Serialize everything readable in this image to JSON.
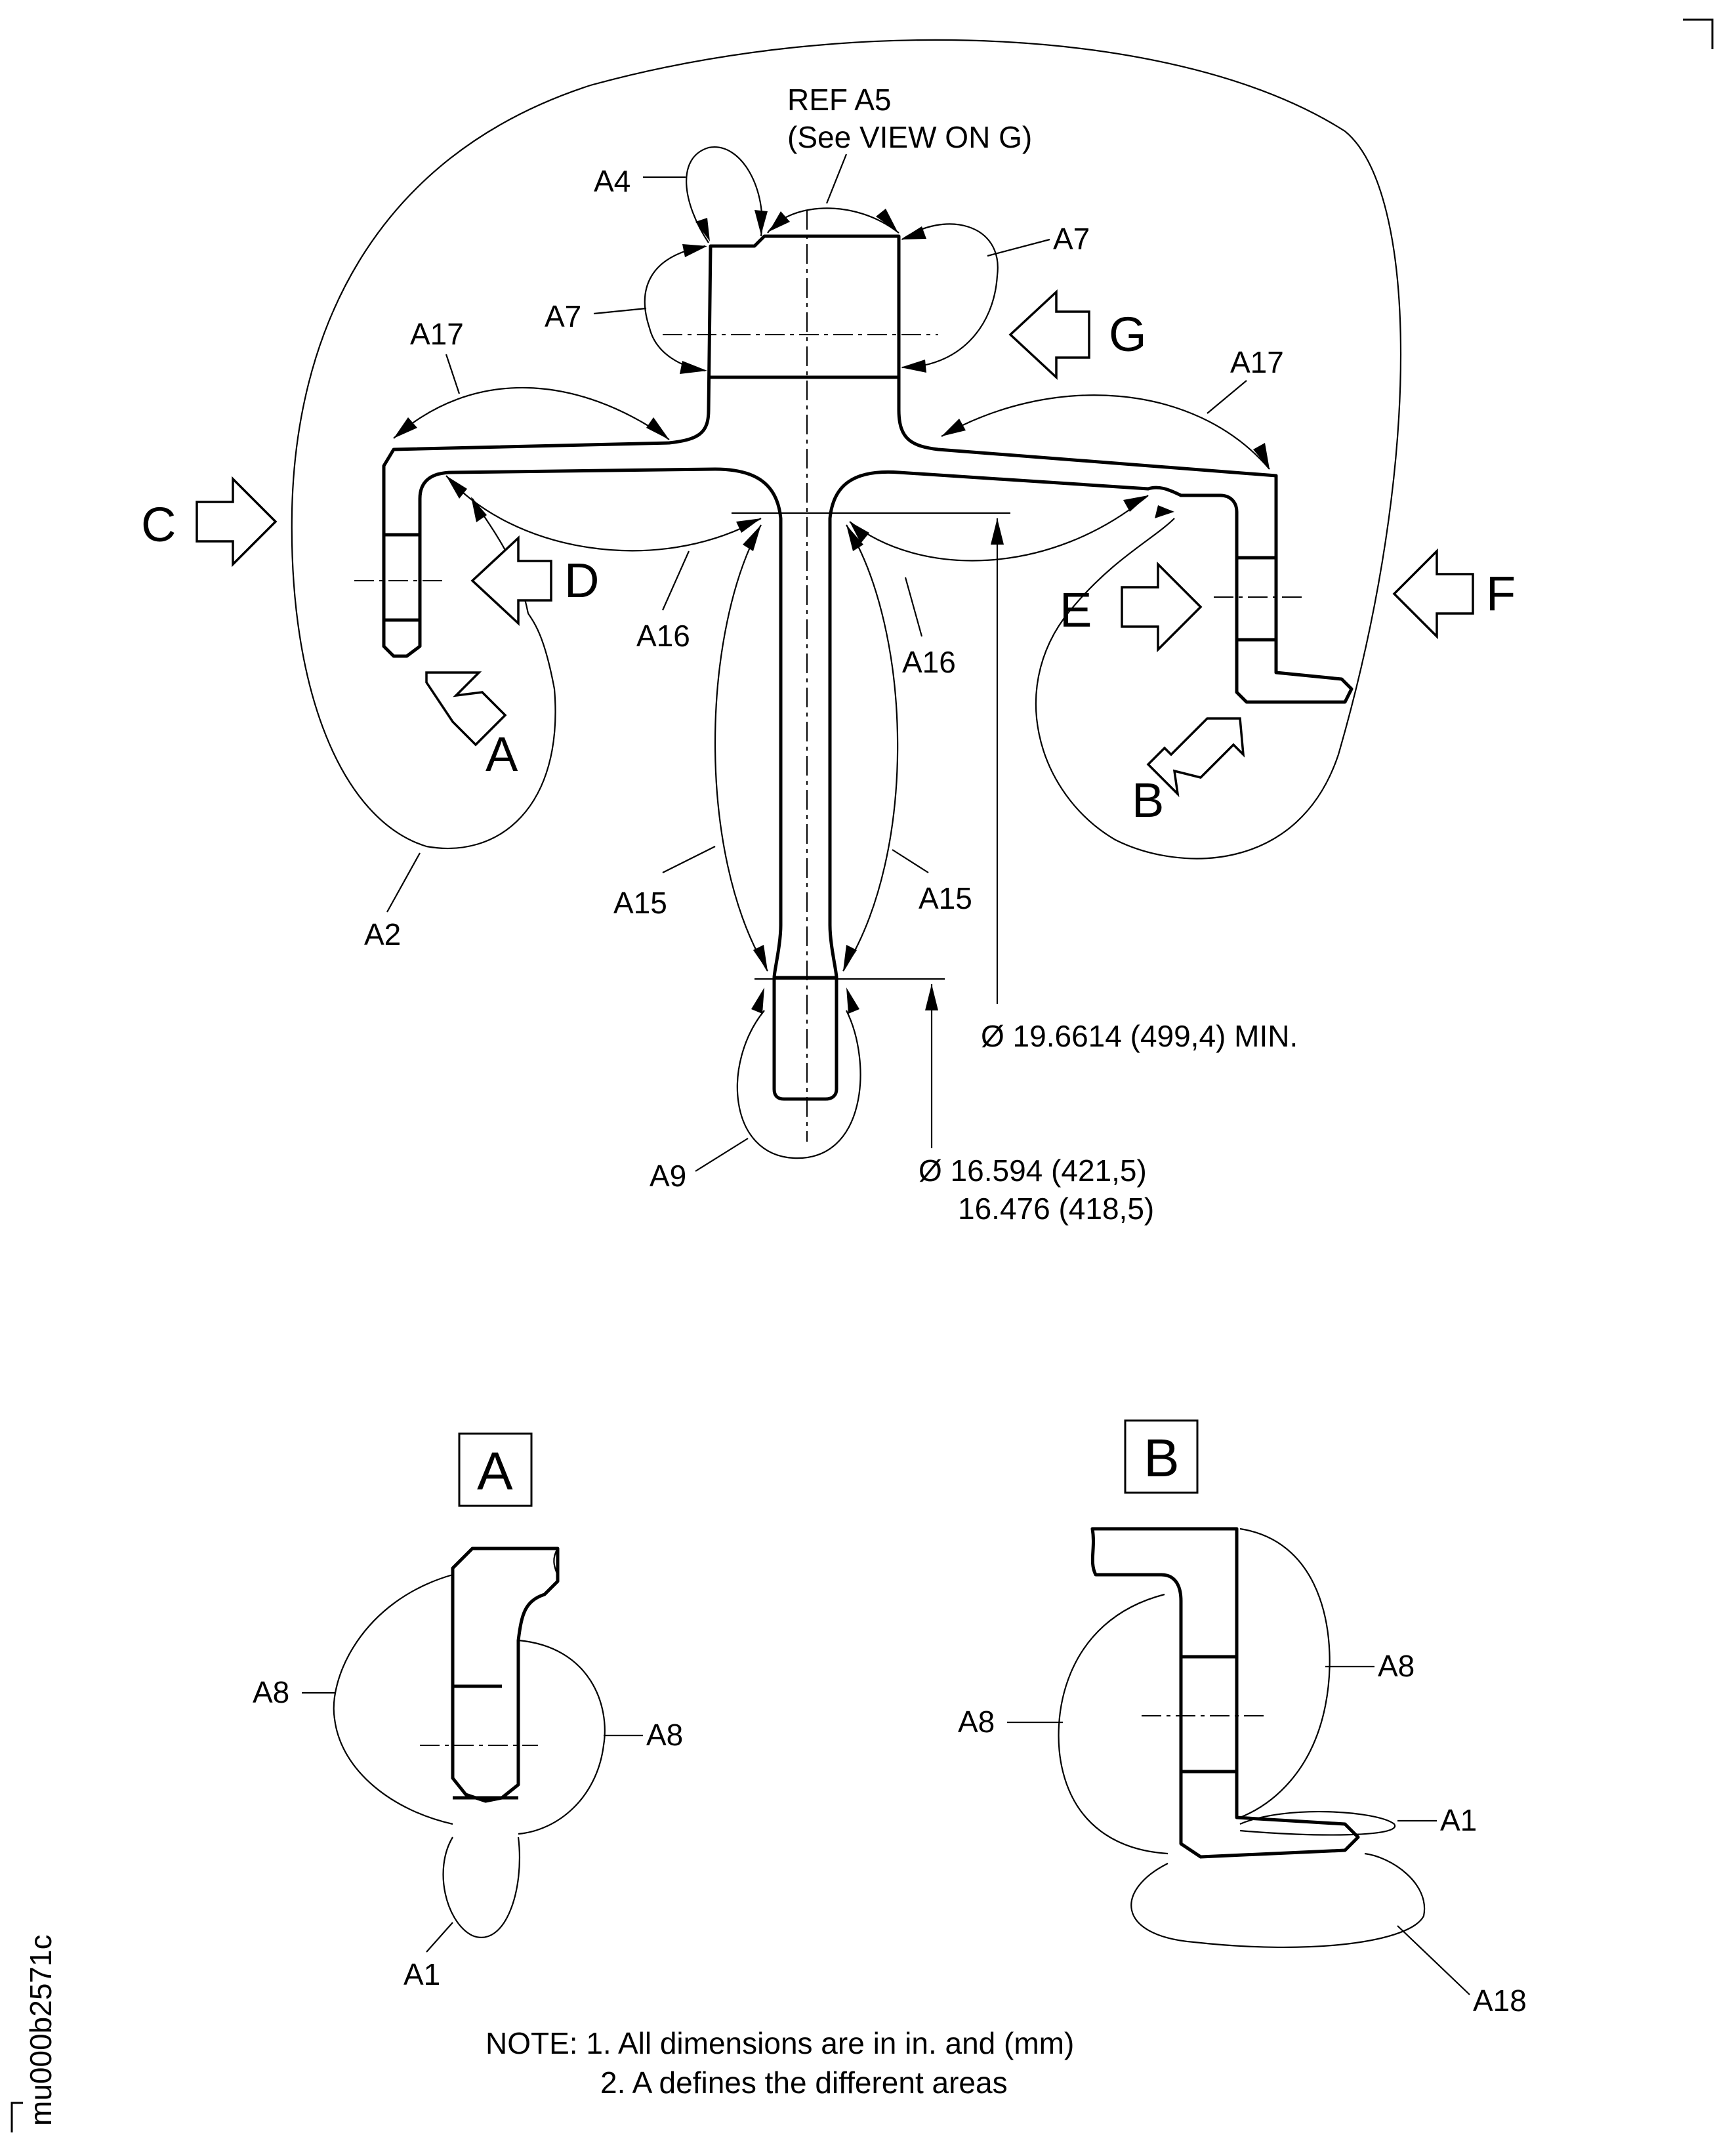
{
  "drawing_id": "mu000b2571c",
  "main_view": {
    "ref_line1": "REF A5",
    "ref_line2": "(See VIEW ON G)",
    "area_labels": {
      "a4": "A4",
      "a7_left": "A7",
      "a7_right": "A7",
      "a17_left": "A17",
      "a17_right": "A17",
      "a16_left": "A16",
      "a16_right": "A16",
      "a15_left": "A15",
      "a15_right": "A15",
      "a2": "A2",
      "a9": "A9"
    },
    "view_arrows": {
      "a": "A",
      "b": "B",
      "c": "C",
      "d": "D",
      "e": "E",
      "f": "F",
      "g": "G"
    },
    "dim_outer": "Ø 19.6614 (499,4) MIN.",
    "dim_inner_line1": "Ø 16.594 (421,5)",
    "dim_inner_line2": "16.476 (418,5)"
  },
  "detail_a": {
    "title": "A",
    "a8_left": "A8",
    "a8_right": "A8",
    "a1": "A1"
  },
  "detail_b": {
    "title": "B",
    "a8_left": "A8",
    "a8_right": "A8",
    "a1": "A1",
    "a18": "A18"
  },
  "notes": {
    "line1": "NOTE: 1. All dimensions are in in. and (mm)",
    "line2": "2. A defines the different areas"
  }
}
